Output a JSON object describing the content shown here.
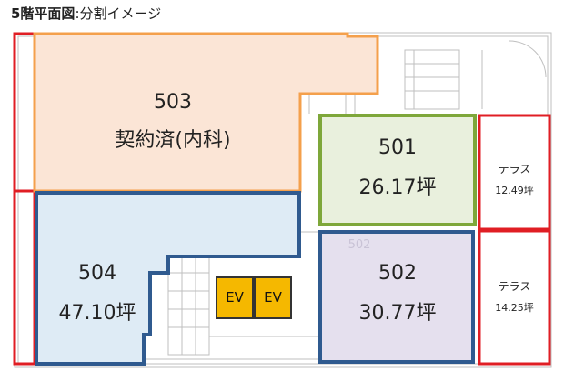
{
  "title": {
    "bold": "5階平面図",
    "rest": ":分割イメージ"
  },
  "units": [
    {
      "id": "503",
      "number": "503",
      "status": "契約済(内科)"
    },
    {
      "id": "501",
      "number": "501",
      "area": "26.17坪"
    },
    {
      "id": "504",
      "number": "504",
      "area": "47.10坪"
    },
    {
      "id": "502",
      "number": "502",
      "area": "30.77坪",
      "watermark": "502"
    }
  ],
  "terraces": [
    {
      "name": "テラス",
      "area": "12.49坪"
    },
    {
      "name": "テラス",
      "area": "14.25坪"
    }
  ],
  "elevators": [
    "EV",
    "EV"
  ],
  "colors": {
    "unit_503_fill": "#fbe5d6",
    "unit_503_border": "#f4a04c",
    "unit_501_fill": "#e9f0dd",
    "unit_501_border": "#7ea73a",
    "unit_504_fill": "#deebf5",
    "unit_504_border": "#2f5a8f",
    "unit_502_fill": "#e5e0ee",
    "unit_502_border": "#2f5a8f",
    "terrace_border": "#e01e24",
    "elevator_fill": "#f5b800"
  }
}
